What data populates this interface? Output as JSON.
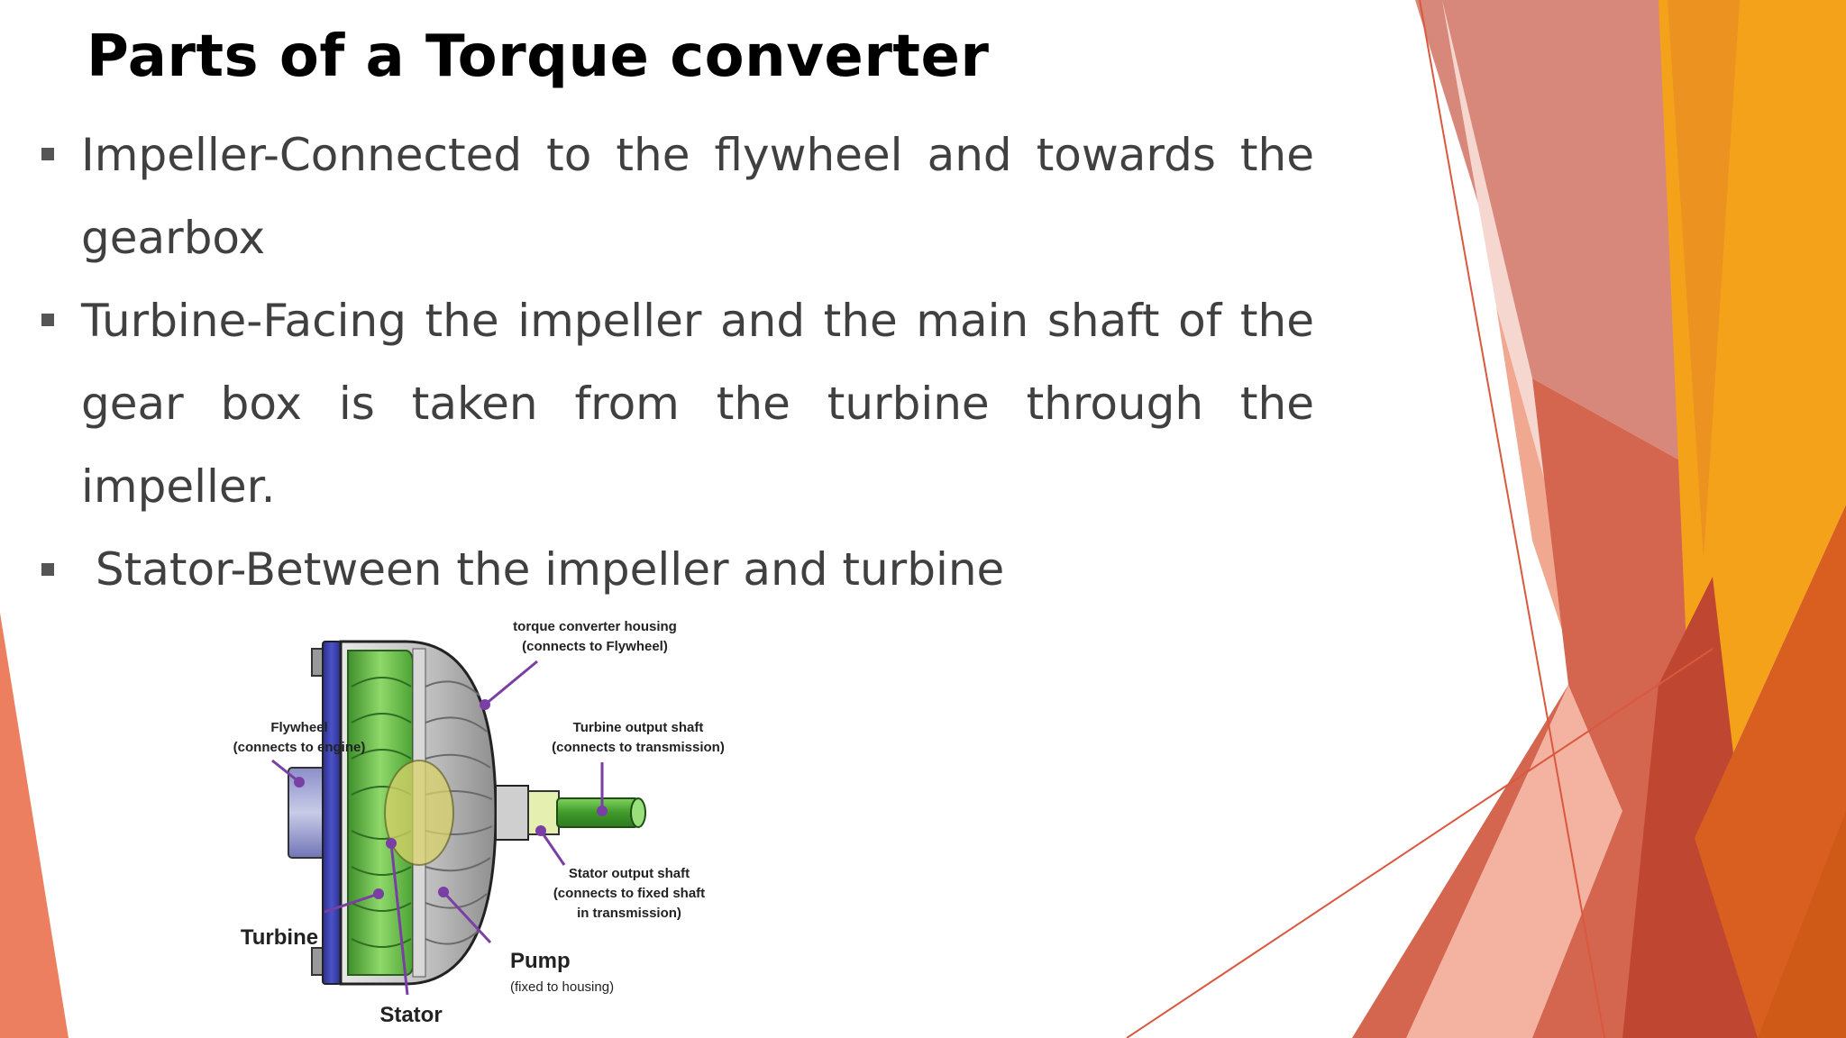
{
  "slide": {
    "title": "Parts of a Torque converter",
    "bullets": [
      {
        "text": "Impeller-Connected to the flywheel and towards the gearbox"
      },
      {
        "text": "Turbine-Facing the impeller and the main shaft of the gear box is taken from the turbine through the impeller."
      },
      {
        "text": " Stator-Between the impeller and turbine"
      }
    ]
  },
  "diagram": {
    "labels": {
      "housing_line1": "torque converter housing",
      "housing_line2": "(connects to Flywheel)",
      "flywheel_line1": "Flywheel",
      "flywheel_line2": "(connects to engine)",
      "turbine_shaft_line1": "Turbine output shaft",
      "turbine_shaft_line2": "(connects to transmission)",
      "stator_shaft_line1": "Stator output shaft",
      "stator_shaft_line2": "(connects to fixed shaft",
      "stator_shaft_line3": "in transmission)",
      "turbine": "Turbine",
      "pump": "Pump",
      "pump_sub": "(fixed to housing)",
      "stator": "Stator"
    }
  },
  "colors": {
    "accent_orange": "#f5a21b",
    "accent_red": "#cf5a40",
    "accent_salmon": "#e9836b",
    "turbine_green": "#6cc24a",
    "callout_purple": "#7a3fa5"
  }
}
